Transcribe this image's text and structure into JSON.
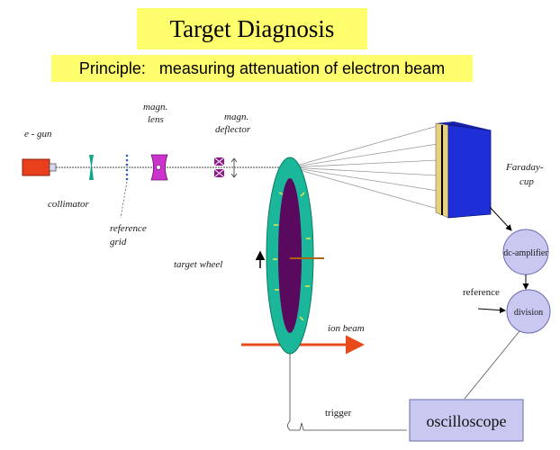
{
  "title": "Target Diagnosis",
  "subtitle": "Principle:   measuring attenuation of electron beam",
  "labels": {
    "e_gun": "e - gun",
    "collimator": "collimator",
    "reference_grid_1": "reference",
    "reference_grid_2": "grid",
    "magn_lens_1": "magn.",
    "magn_lens_2": "lens",
    "magn_deflector_1": "magn.",
    "magn_deflector_2": "deflector",
    "target_wheel": "target wheel",
    "ion_beam": "ion beam",
    "faraday_cup_1": "Faraday-",
    "faraday_cup_2": "cup",
    "dc_amplifier": "dc-amplifier",
    "division": "division",
    "reference": "reference",
    "trigger": "trigger",
    "oscilloscope": "oscilloscope"
  },
  "colors": {
    "highlight": "#ffff6e",
    "e_gun": "#e8401c",
    "lens": "#cc33cc",
    "deflector": "#8b1a8b",
    "wheel_outer": "#1bb79a",
    "wheel_inner": "#5a0a5e",
    "ion_beam": "#e84a1a",
    "faraday_blue": "#1f2fd8",
    "circle_fill": "#c9c8f0",
    "oscilloscope_fill": "#c9c8f0"
  }
}
